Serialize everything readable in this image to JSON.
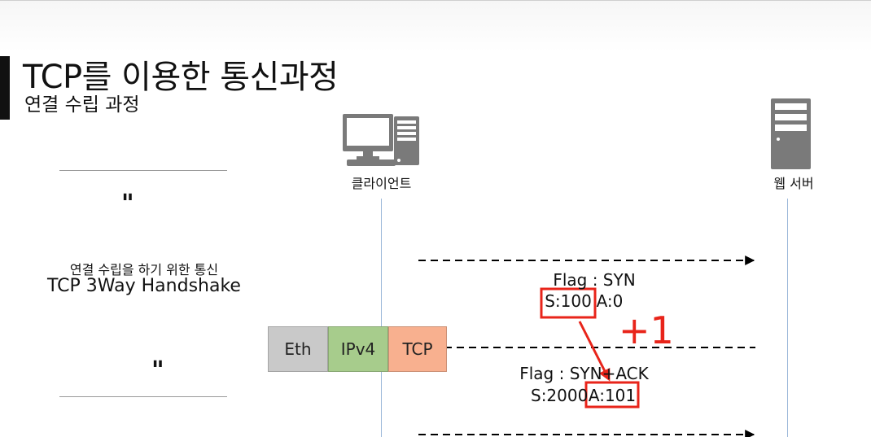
{
  "header": {
    "title": "TCP를 이용한 통신과정",
    "subtitle": "연결 수립 과정"
  },
  "quote": {
    "open_mark": "\"",
    "close_mark": "\"",
    "line1": "연결 수립을 하기 위한 통신",
    "line2": "TCP 3Way Handshake"
  },
  "nodes": {
    "client_label": "클라이언트",
    "client_icon": "desktop-computer-icon",
    "server_label": "웹 서버",
    "server_icon": "server-tower-icon"
  },
  "packet": {
    "segments": [
      "Eth",
      "IPv4",
      "TCP"
    ],
    "colors": [
      "#c9c9c9",
      "#a7cc8c",
      "#f8b08f"
    ]
  },
  "messages": [
    {
      "flag": "Flag : SYN",
      "seq": "S:100",
      "ack": "A:0"
    },
    {
      "flag": "Flag : SYN+ACK",
      "seq": "S:2000",
      "ack": "A:101"
    }
  ],
  "annotation": {
    "text": "+1",
    "color": "#e8241a"
  }
}
